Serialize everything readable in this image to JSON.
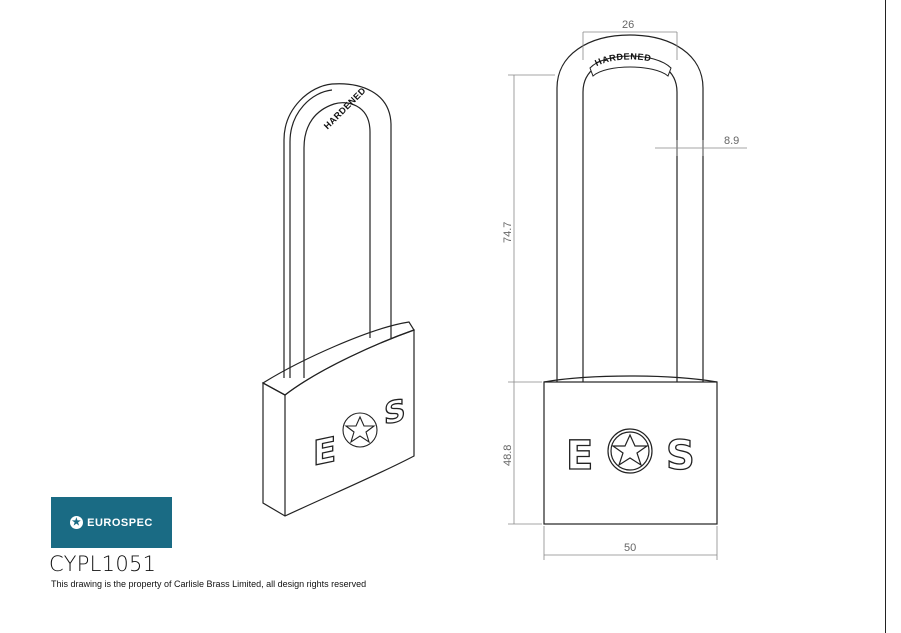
{
  "brand": {
    "name": "EUROSPEC",
    "color": "#1a6b84",
    "icon": "globe-star-icon"
  },
  "product_code": "CYPL1051",
  "property_note": "This drawing is the property of Carlisle Brass Limited, all design rights reserved",
  "shackle_stamp": "HARDENED",
  "body_letters": {
    "left": "E",
    "right": "S",
    "center_icon": "star-in-circle-icon"
  },
  "dimensions": {
    "shackle_width": "26",
    "shackle_diameter": "8.9",
    "shackle_height": "74.7",
    "body_height": "48.8",
    "body_width": "50"
  }
}
